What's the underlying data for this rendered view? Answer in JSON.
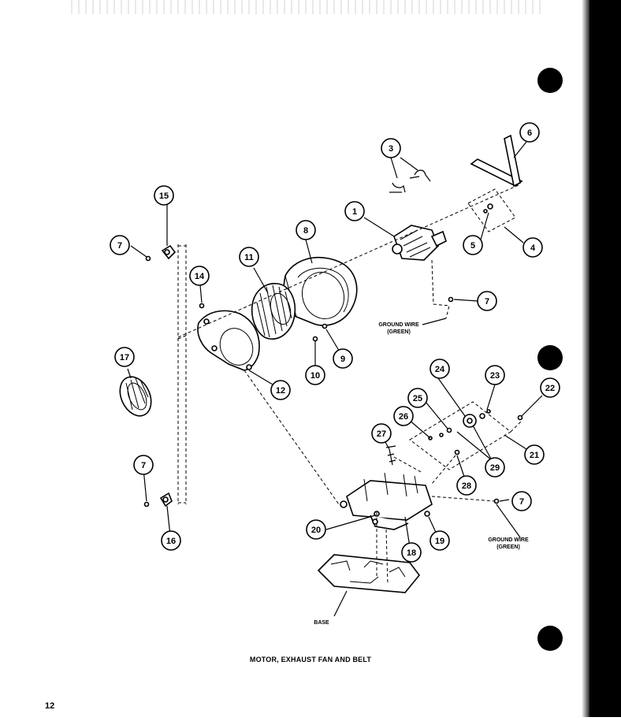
{
  "caption": "MOTOR, EXHAUST FAN AND BELT",
  "page_number": "12",
  "callouts": {
    "c1": "1",
    "c3": "3",
    "c4": "4",
    "c5": "5",
    "c6": "6",
    "c7a": "7",
    "c7b": "7",
    "c7c": "7",
    "c7d": "7",
    "c8": "8",
    "c9": "9",
    "c10": "10",
    "c11": "11",
    "c12": "12",
    "c14": "14",
    "c15": "15",
    "c16": "16",
    "c17": "17",
    "c18": "18",
    "c19": "19",
    "c20": "20",
    "c21": "21",
    "c22": "22",
    "c23": "23",
    "c24": "24",
    "c25": "25",
    "c26": "26",
    "c27": "27",
    "c28": "28",
    "c29": "29"
  },
  "labels": {
    "ground_wire_1": "GROUND WIRE",
    "ground_wire_1_color": "(GREEN)",
    "ground_wire_2": "GROUND WIRE",
    "ground_wire_2_color": "(GREEN)",
    "base": "BASE"
  }
}
